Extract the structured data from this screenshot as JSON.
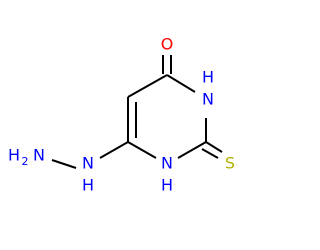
{
  "molecule": {
    "atoms": {
      "oxygen": {
        "symbol": "O",
        "color": "#ff0000"
      },
      "nh_top": {
        "symbol": "H",
        "n": "N",
        "color": "#0000ff"
      },
      "nh_bottom": {
        "symbol": "H",
        "n": "N",
        "color": "#0000ff"
      },
      "sulfur": {
        "symbol": "S",
        "color": "#b2b200"
      },
      "hydrazine_nh": {
        "symbol": "H",
        "n": "N",
        "color": "#0000ff"
      },
      "hydrazine_nh2": {
        "h": "H",
        "sub": "2",
        "n": "N",
        "color": "#0000ff"
      }
    },
    "bond_color": "#000000"
  }
}
